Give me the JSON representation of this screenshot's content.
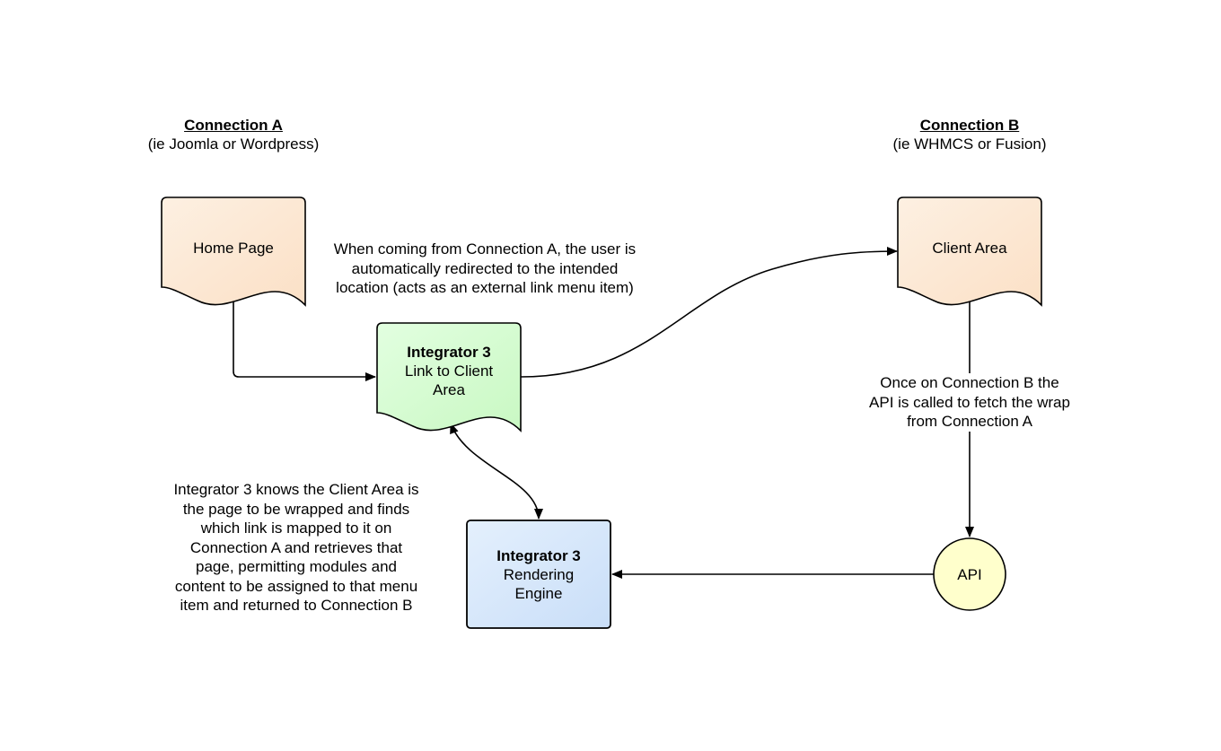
{
  "headings": {
    "connection_a": {
      "title": "Connection A",
      "subtitle": "(ie Joomla or Wordpress)"
    },
    "connection_b": {
      "title": "Connection B",
      "subtitle": "(ie WHMCS or Fusion)"
    }
  },
  "nodes": {
    "home_page": {
      "label": "Home Page"
    },
    "client_area": {
      "label": "Client Area"
    },
    "integrator_link": {
      "title": "Integrator 3",
      "line1": "Link to Client",
      "line2": "Area"
    },
    "integrator_engine": {
      "title": "Integrator 3",
      "line1": "Rendering",
      "line2": "Engine"
    },
    "api": {
      "label": "API"
    }
  },
  "notes": {
    "redirect": [
      "When coming from Connection A, the user is",
      "automatically redirected to the intended",
      "location (acts as an external link menu item)"
    ],
    "api_call": [
      "Once on Connection B the",
      "API is called to fetch the wrap",
      "from Connection A"
    ],
    "integrator_knows": [
      "Integrator 3 knows the Client Area is",
      "the page to be wrapped and finds",
      "which link is mapped to it on",
      "Connection A and retrieves that",
      "page, permitting modules and",
      "content to be assigned to that menu",
      "item and returned to Connection B"
    ]
  },
  "colors": {
    "document_fill_top": "#fdf0e2",
    "document_fill_bottom": "#fbe0c6",
    "integrator_link_fill_top": "#e2ffe0",
    "integrator_link_fill_bottom": "#c9f8c3",
    "integrator_engine_fill_top": "#e4f0fd",
    "integrator_engine_fill_bottom": "#c9def8",
    "api_fill": "#ffffcc",
    "stroke": "#000000"
  }
}
